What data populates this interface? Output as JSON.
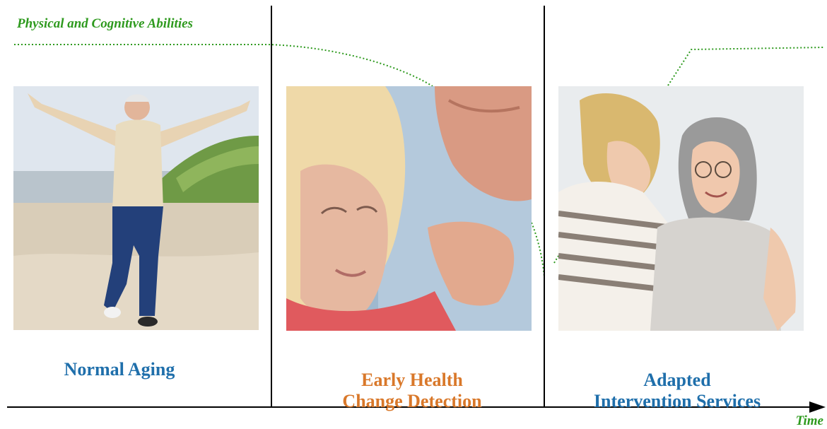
{
  "curve": {
    "label": "Physical and Cognitive Abilities",
    "color": "#2e9a1e"
  },
  "axis": {
    "label": "Time"
  },
  "stages": [
    {
      "label": "Normal Aging",
      "color": "#1f6fab"
    },
    {
      "label": "Early Health\nChange Detection",
      "color": "#d9782a"
    },
    {
      "label": "Adapted\nIntervention Services",
      "color": "#1f6fab"
    }
  ]
}
